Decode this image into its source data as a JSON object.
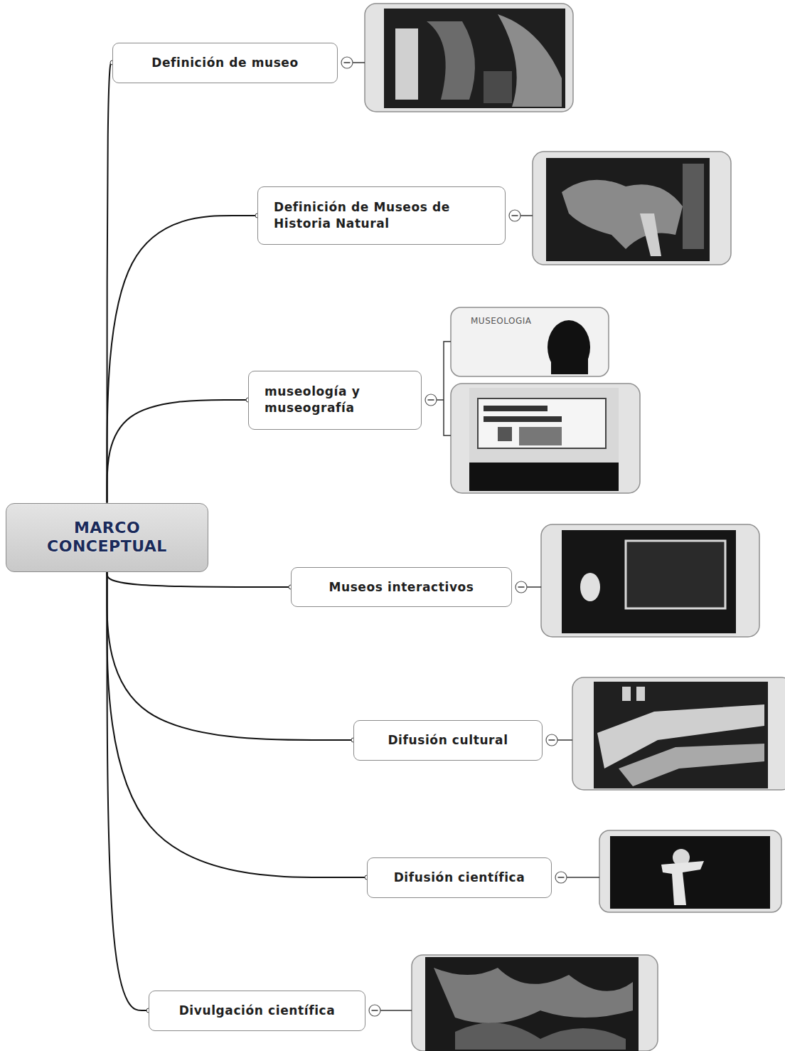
{
  "diagram": {
    "nodes": [
      {
        "text": [
          "MARCO CONCEPTUAL"
        ]
      },
      {
        "text": [
          "Definición de museo"
        ]
      },
      {
        "text": [
          "Definición de Museos de Historia Natural"
        ]
      },
      {
        "text": [
          "museología y museografía"
        ]
      },
      {
        "text": [
          "Museos interactivos"
        ]
      },
      {
        "text": [
          "Difusión cultural"
        ]
      },
      {
        "text": [
          "Difusión científica"
        ]
      },
      {
        "text": [
          "Divulgación científica"
        ]
      }
    ],
    "edges": [
      {
        "from": 0,
        "to": 1,
        "arrow": "none"
      },
      {
        "from": 0,
        "to": 2,
        "arrow": "none"
      },
      {
        "from": 0,
        "to": 3,
        "arrow": "none"
      },
      {
        "from": 0,
        "to": 4,
        "arrow": "none"
      },
      {
        "from": 0,
        "to": 5,
        "arrow": "none"
      },
      {
        "from": 0,
        "to": 6,
        "arrow": "none"
      },
      {
        "from": 0,
        "to": 7,
        "arrow": "none"
      }
    ],
    "labels": [
      "MUSEOLOGIA"
    ]
  }
}
